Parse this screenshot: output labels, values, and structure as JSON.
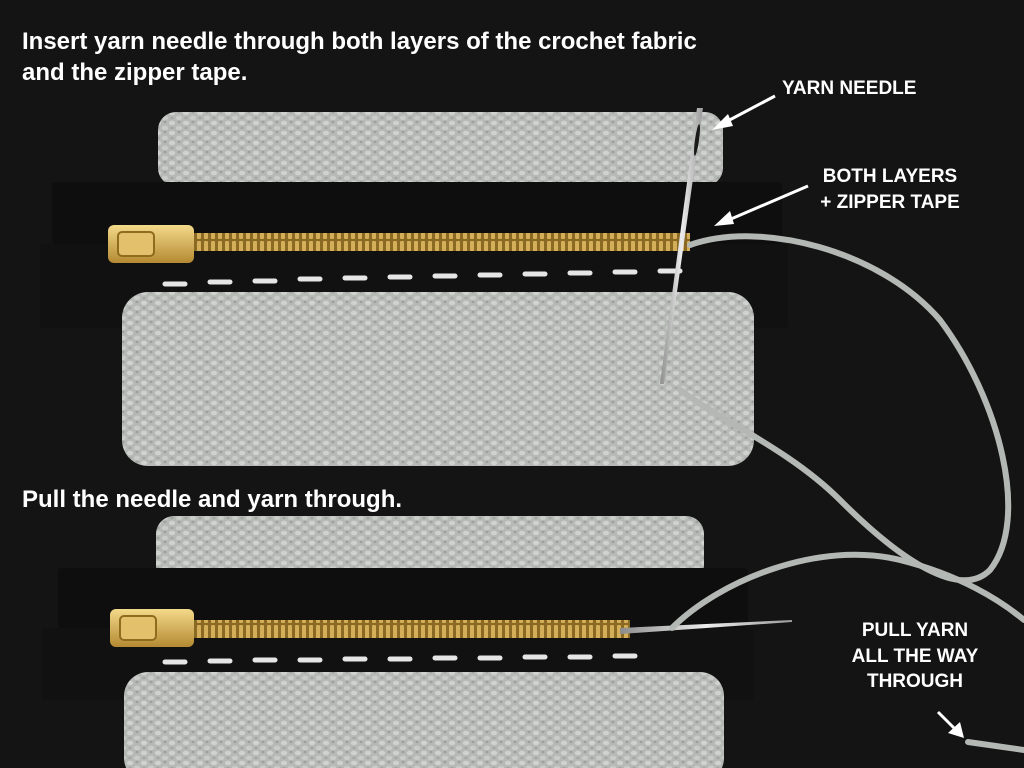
{
  "instructions": {
    "step1_line1": "Insert yarn needle through both layers of the crochet fabric",
    "step1_line2": "and the zipper tape.",
    "step2": "Pull the needle and yarn through."
  },
  "callouts": {
    "yarn_needle": "YARN NEEDLE",
    "both_layers_line1": "BOTH LAYERS",
    "both_layers_line2": "+ ZIPPER TAPE",
    "pull_yarn_line1": "PULL YARN",
    "pull_yarn_line2": "ALL THE WAY",
    "pull_yarn_line3": "THROUGH"
  },
  "colors": {
    "background": "#141414",
    "crochet_fabric": "#b9bcb9",
    "zipper_tape": "#0d0d0d",
    "zipper_teeth": "#c9a24a",
    "yarn": "#b4b8b4",
    "needle": "#c8c8c8",
    "callout_text": "#ffffff"
  }
}
